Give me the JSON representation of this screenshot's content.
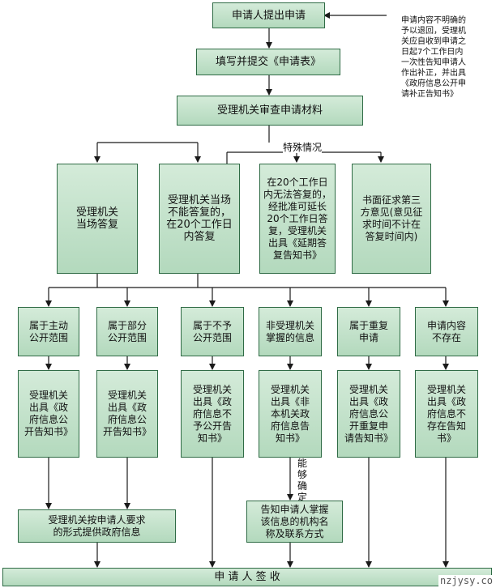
{
  "nodes": {
    "apply": "申请人提出申请",
    "form": "填写并提交《申请表》",
    "review": "受理机关审查申请材料",
    "immediate": "受理机关\n当场答复",
    "within20": "受理机关当场\n不能答复的，\n在20个工作日\n内答复",
    "extend": "在20个工作日\n内无法答复的，\n经批准可延长\n20个工作日答\n复，受理机关\n出具《延期答\n复告知书》",
    "thirdparty": "书面征求第三\n方意见(意见征\n求时间不计在\n答复时间内)",
    "cat_active": "属于主动\n公开范围",
    "cat_partial": "属于部分\n公开范围",
    "cat_not": "属于不予\n公开范围",
    "cat_notheld": "非受理机关\n掌握的信息",
    "cat_repeat": "属于重复\n申请",
    "cat_none": "申请内容\n不存在",
    "act_active": "受理机关\n出具《政\n府信息公\n开告知书》",
    "act_partial": "受理机关\n出具《政\n府信息公\n开告知书》",
    "act_not": "受理机关\n出具《政\n府信息不\n予公开告\n知书》",
    "act_notheld": "受理机关\n出具《非\n本机关政\n府信息告\n知书》",
    "act_repeat": "受理机关\n出具《政\n府信息公\n开重复申\n请告知书》",
    "act_none": "受理机关\n出具《政\n府信息不\n存在告知\n书》",
    "provide": "受理机关按申请人要求\n的形式提供政府信息",
    "inform": "告知申请人掌握\n该信息的机构名\n称及联系方式",
    "sign": "申  请  人  签  收"
  },
  "note": "申请内容不明确的\n予以退回，受理机\n关应自收到申请之\n日起7个工作日内\n一次性告知申请人\n作出补正，并出具\n《政府信息公开申\n请补正告知书》",
  "labels": {
    "special": "特殊情况",
    "determinable": "能\n够\n确\n定"
  },
  "watermark": "nzjysy.co",
  "colors": {
    "line": "#1a1a1a",
    "border": "#2f6b45"
  }
}
